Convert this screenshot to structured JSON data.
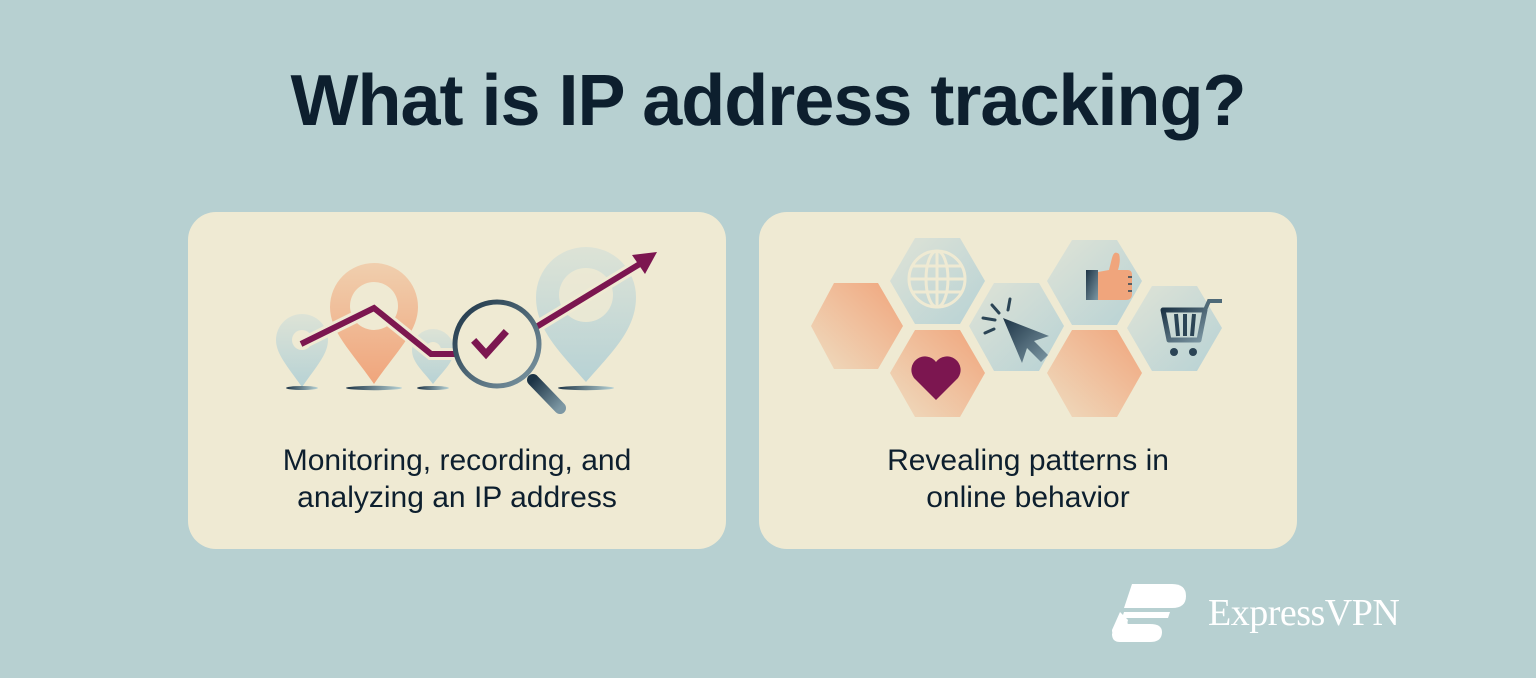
{
  "header": {
    "title": "What is IP address tracking?"
  },
  "cards": [
    {
      "caption_line1": "Monitoring, recording, and",
      "caption_line2": "analyzing an IP address",
      "illustration": [
        "location-pin-icon",
        "trend-arrow-icon",
        "magnifier-check-icon"
      ]
    },
    {
      "caption_line1": "Revealing patterns in",
      "caption_line2": "online behavior",
      "illustration": [
        "globe-icon",
        "heart-icon",
        "cursor-click-icon",
        "thumbs-up-icon",
        "shopping-cart-icon"
      ]
    }
  ],
  "brand": {
    "name": "ExpressVPN"
  },
  "colors": {
    "background": "#b7d0d1",
    "card": "#efead3",
    "text": "#0d1f2e",
    "accent_plum": "#7c1650",
    "accent_peach": "#f0a57c",
    "accent_blue": "#b9d3d6",
    "logo": "#ffffff"
  }
}
